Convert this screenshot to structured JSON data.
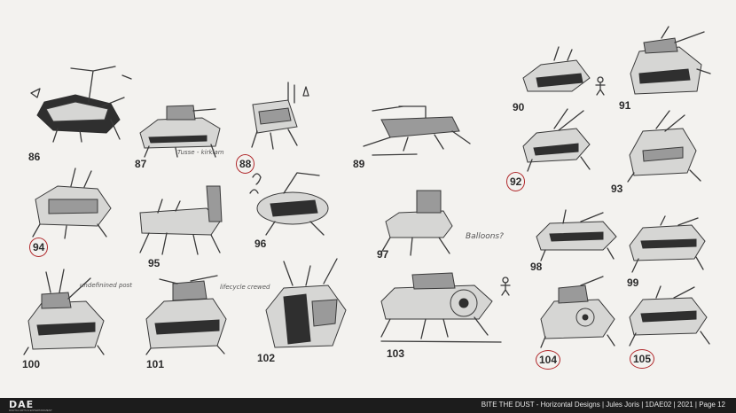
{
  "designs": [
    {
      "number": "86",
      "circled": false
    },
    {
      "number": "87",
      "circled": false
    },
    {
      "number": "88",
      "circled": true
    },
    {
      "number": "89",
      "circled": false
    },
    {
      "number": "90",
      "circled": false
    },
    {
      "number": "91",
      "circled": false
    },
    {
      "number": "92",
      "circled": true
    },
    {
      "number": "93",
      "circled": false
    },
    {
      "number": "94",
      "circled": true
    },
    {
      "number": "95",
      "circled": false
    },
    {
      "number": "96",
      "circled": false
    },
    {
      "number": "97",
      "circled": false
    },
    {
      "number": "98",
      "circled": false
    },
    {
      "number": "99",
      "circled": false
    },
    {
      "number": "100",
      "circled": false
    },
    {
      "number": "101",
      "circled": false
    },
    {
      "number": "102",
      "circled": false
    },
    {
      "number": "103",
      "circled": false
    },
    {
      "number": "104",
      "circled": true
    },
    {
      "number": "105",
      "circled": true
    }
  ],
  "notes": {
    "n87": "Tusse - kirklam",
    "n97": "Balloons?",
    "n100": "undefinined post",
    "n101": "lifecycle crewed"
  },
  "footer": {
    "logo": "DAE",
    "logo_sub": "DIGITAL ARTS & ENTERTAINMENT",
    "info": "BITE THE DUST - Horizontal Designs | Jules Joris | 1DAE02 | 2021 | Page 12"
  },
  "colors": {
    "paper": "#f3f2ef",
    "pencil": "#3a3a3a",
    "circle": "#b0282b",
    "footer_bar": "#1c1c1c"
  }
}
